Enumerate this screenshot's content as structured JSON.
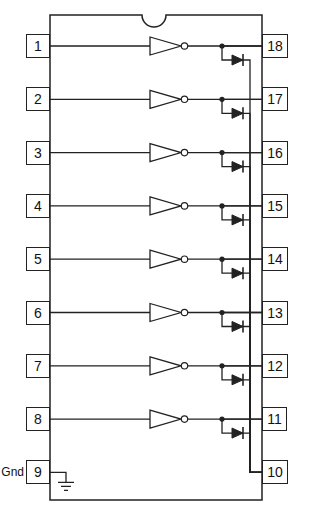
{
  "diagram": {
    "nodes": [
      {
        "text": [
          "1"
        ]
      },
      {
        "text": [
          "2"
        ]
      },
      {
        "text": [
          "3"
        ]
      },
      {
        "text": [
          "4"
        ]
      },
      {
        "text": [
          "5"
        ]
      },
      {
        "text": [
          "6"
        ]
      },
      {
        "text": [
          "7"
        ]
      },
      {
        "text": [
          "8"
        ]
      },
      {
        "text": [
          "9"
        ]
      },
      {
        "text": [
          "18"
        ]
      },
      {
        "text": [
          "17"
        ]
      },
      {
        "text": [
          "16"
        ]
      },
      {
        "text": [
          "15"
        ]
      },
      {
        "text": [
          "14"
        ]
      },
      {
        "text": [
          "13"
        ]
      },
      {
        "text": [
          "12"
        ]
      },
      {
        "text": [
          "11"
        ]
      },
      {
        "text": [
          "10"
        ]
      }
    ],
    "edges": [
      {
        "from": 0,
        "to": 9,
        "arrow": "none"
      },
      {
        "from": 1,
        "to": 10,
        "arrow": "none"
      },
      {
        "from": 2,
        "to": 11,
        "arrow": "none"
      },
      {
        "from": 3,
        "to": 12,
        "arrow": "none"
      },
      {
        "from": 4,
        "to": 13,
        "arrow": "none"
      },
      {
        "from": 5,
        "to": 14,
        "arrow": "none"
      },
      {
        "from": 6,
        "to": 15,
        "arrow": "none"
      },
      {
        "from": 7,
        "to": 16,
        "arrow": "none"
      },
      {
        "from": 9,
        "to": 17,
        "arrow": "none"
      },
      {
        "from": 10,
        "to": 17,
        "arrow": "none"
      },
      {
        "from": 11,
        "to": 17,
        "arrow": "none"
      },
      {
        "from": 12,
        "to": 17,
        "arrow": "none"
      },
      {
        "from": 13,
        "to": 17,
        "arrow": "none"
      },
      {
        "from": 14,
        "to": 17,
        "arrow": "none"
      },
      {
        "from": 15,
        "to": 17,
        "arrow": "none"
      },
      {
        "from": 16,
        "to": 17,
        "arrow": "none"
      }
    ],
    "labels": [
      "Gnd"
    ]
  }
}
